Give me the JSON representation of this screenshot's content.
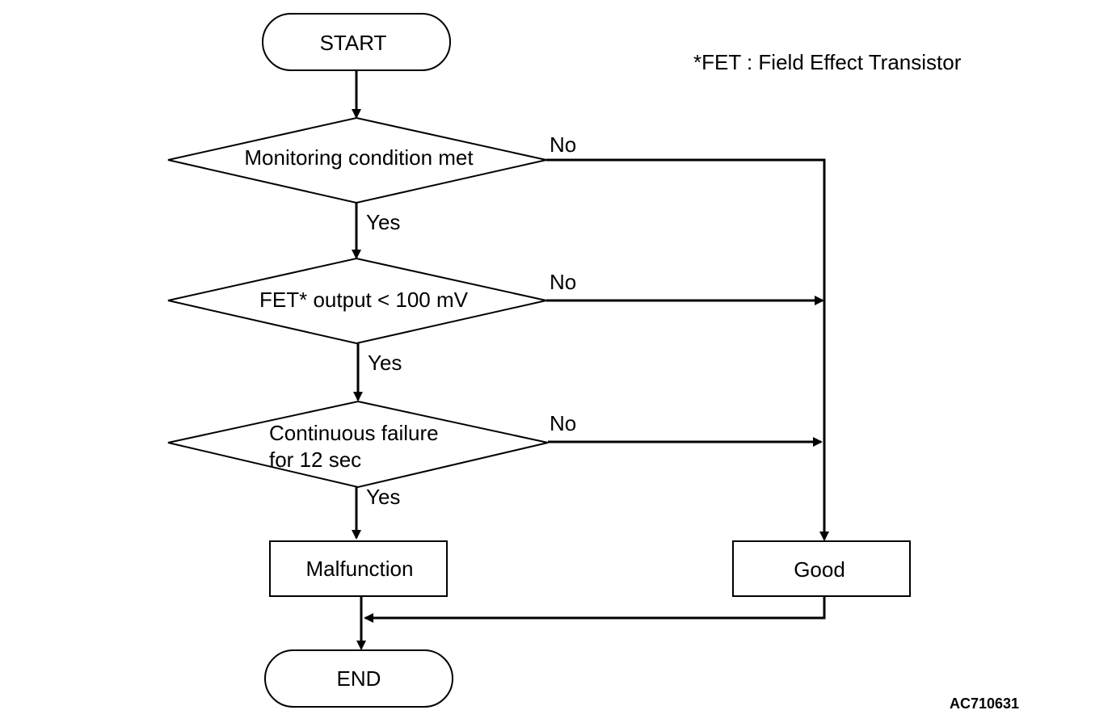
{
  "footnote": "*FET : Field Effect Transistor",
  "figure_code": "AC710631",
  "nodes": {
    "start": "START",
    "decision1": "Monitoring condition met",
    "decision2": "FET* output < 100 mV",
    "decision3_line1": "Continuous failure",
    "decision3_line2": "for 12 sec",
    "malfunction": "Malfunction",
    "good": "Good",
    "end": "END"
  },
  "edges": {
    "d1_yes": "Yes",
    "d1_no": "No",
    "d2_yes": "Yes",
    "d2_no": "No",
    "d3_yes": "Yes",
    "d3_no": "No"
  }
}
